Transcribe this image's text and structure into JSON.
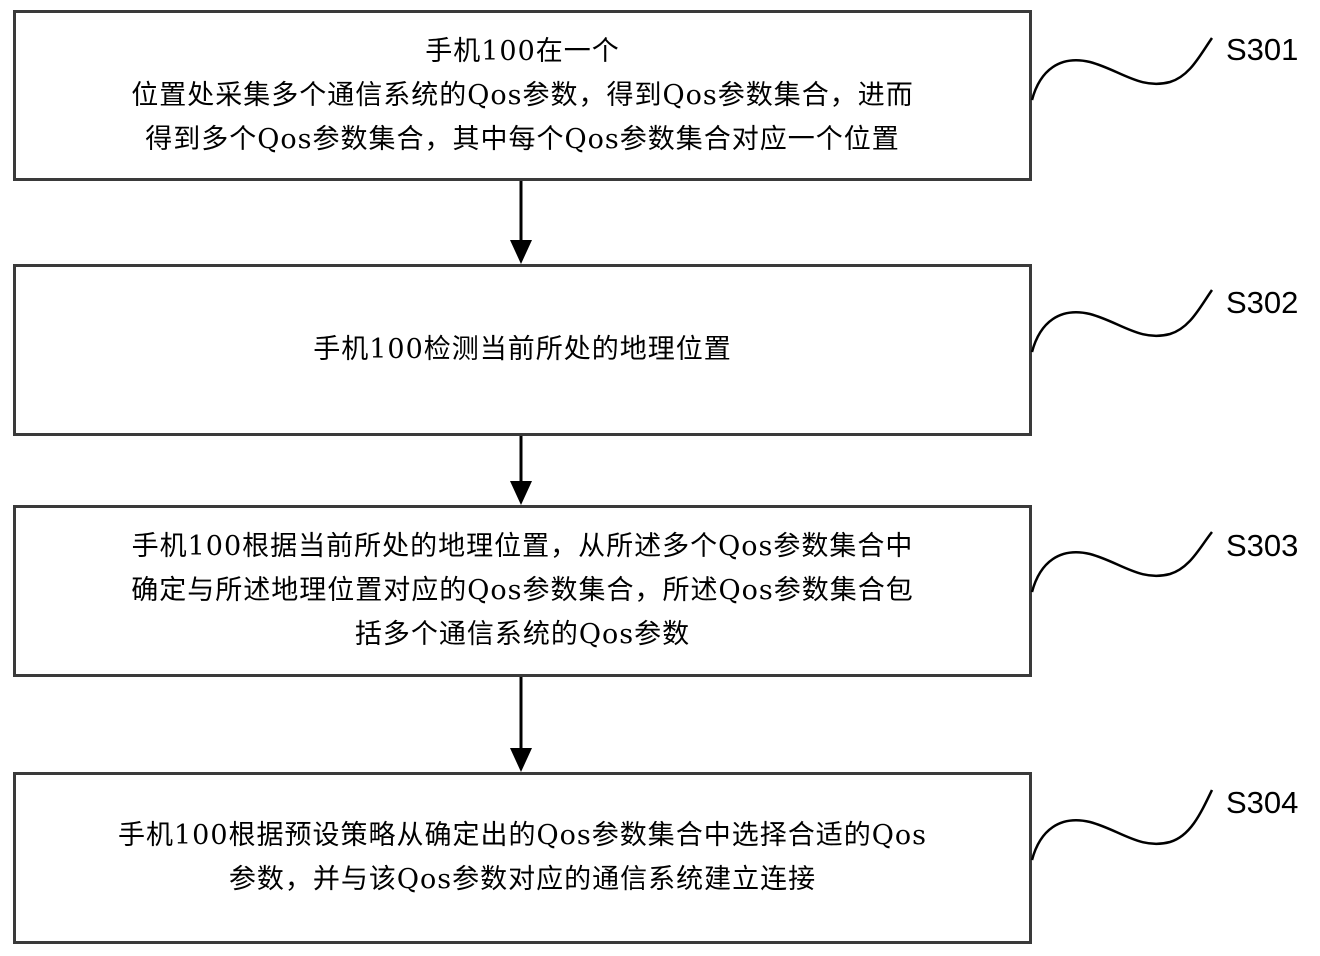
{
  "steps": [
    {
      "id": "S301",
      "lines": [
        "手机100在一个",
        "位置处采集多个通信系统的Qos参数，得到Qos参数集合，进而",
        "得到多个Qos参数集合，其中每个Qos参数集合对应一个位置"
      ]
    },
    {
      "id": "S302",
      "lines": [
        "手机100检测当前所处的地理位置"
      ]
    },
    {
      "id": "S303",
      "lines": [
        "手机100根据当前所处的地理位置，从所述多个Qos参数集合中",
        "确定与所述地理位置对应的Qos参数集合，所述Qos参数集合包",
        "括多个通信系统的Qos参数"
      ]
    },
    {
      "id": "S304",
      "lines": [
        "手机100根据预设策略从确定出的Qos参数集合中选择合适的Qos",
        "参数，并与该Qos参数对应的通信系统建立连接"
      ]
    }
  ],
  "colors": {
    "box_border": "#3a3a3a",
    "arrow": "#000000",
    "text": "#000000",
    "background": "#ffffff"
  }
}
